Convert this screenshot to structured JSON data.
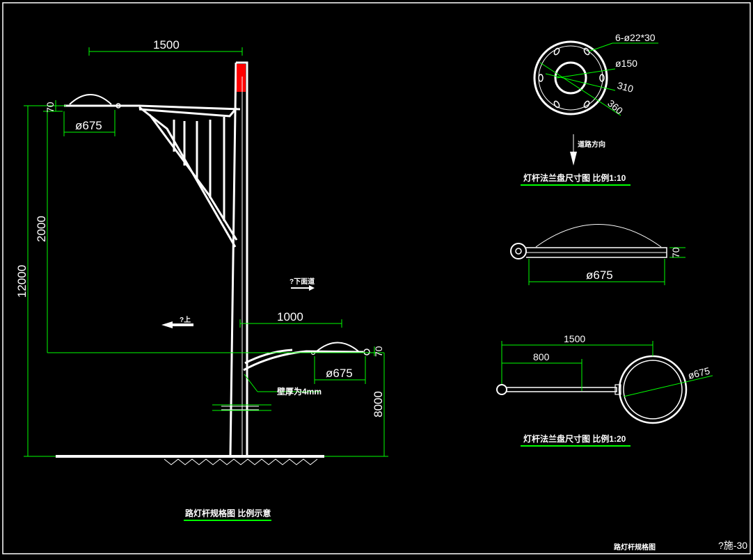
{
  "main_drawing": {
    "dim_1500": "1500",
    "dim_1000": "1000",
    "dim_12000": "12000",
    "dim_2000": "2000",
    "dim_8000": "8000",
    "dim_70_top": "70",
    "dim_70_low": "70",
    "dim_675_top": "ø675",
    "dim_675_low": "ø675",
    "label_road_side": "?下面道",
    "label_up": "?上",
    "label_wall": "壁厚为4mm",
    "title": "路灯杆规格图   比例示意"
  },
  "flange_plan": {
    "holes": "6-ø22*30",
    "d150": "ø150",
    "d310": "310",
    "d360": "360",
    "road_direction": "道路方向",
    "title": "灯杆法兰盘尺寸图   比例1:10"
  },
  "lamp_detail": {
    "dim_70": "70",
    "dim_675": "ø675"
  },
  "arm_plan": {
    "dim_1500": "1500",
    "dim_800": "800",
    "dim_675": "ø675",
    "title": "灯杆法兰盘尺寸图   比例1:20"
  },
  "title_block": {
    "name": "路灯杆规格图",
    "sheet_no": "?施-30"
  },
  "colors": {
    "background": "#000000",
    "dimension": "#00ff00",
    "geometry": "#ffffff",
    "pole_cap": "#ff0000"
  }
}
